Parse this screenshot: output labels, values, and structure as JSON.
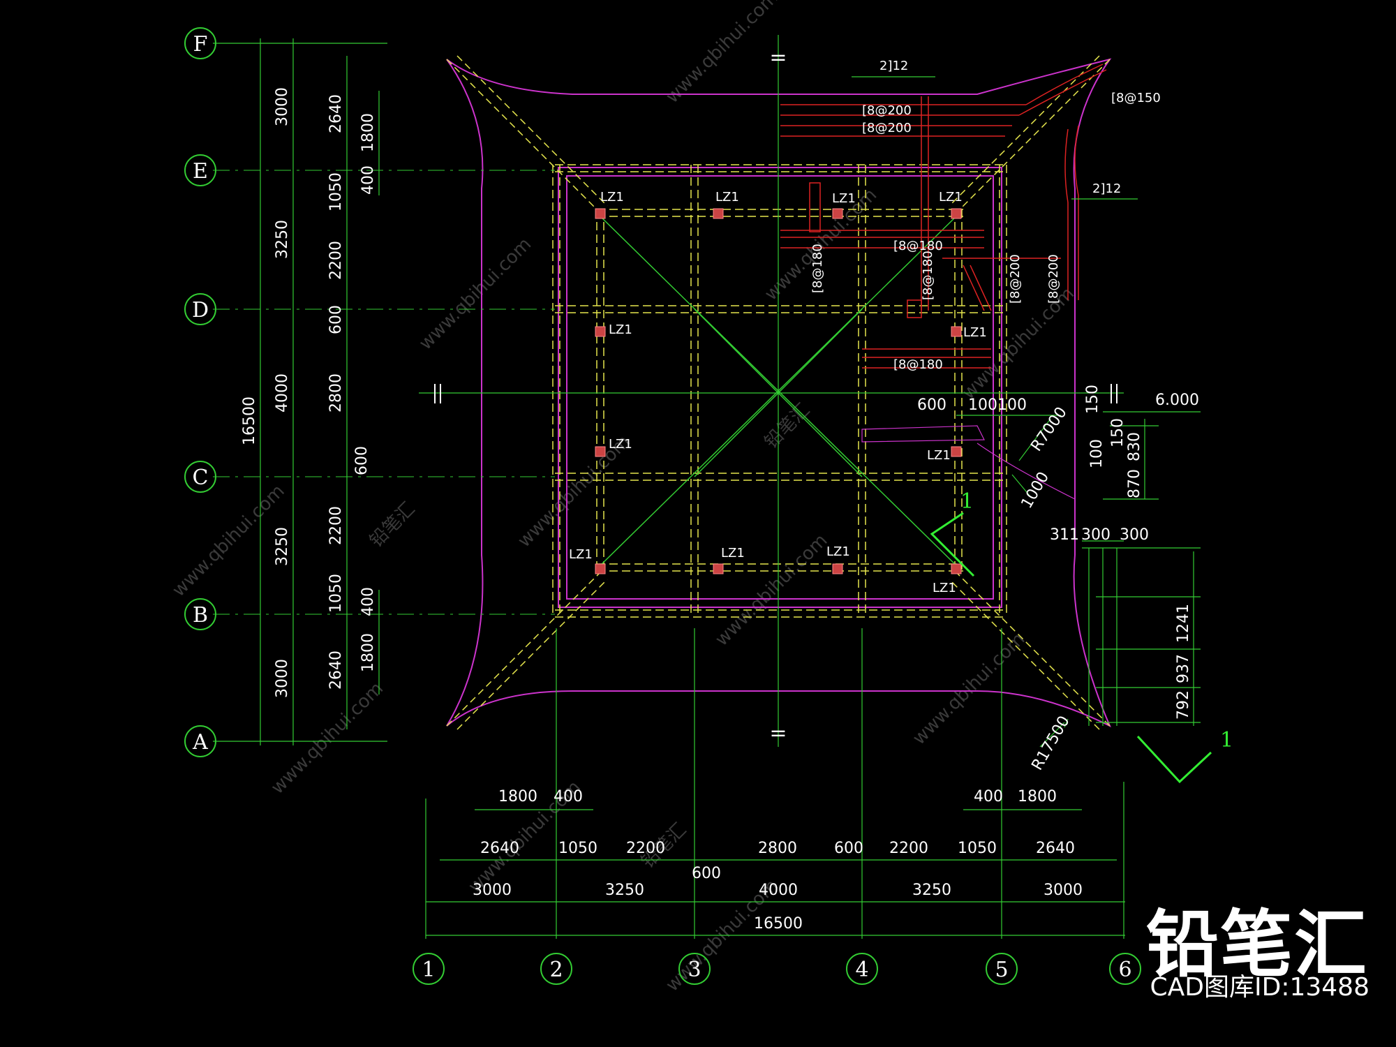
{
  "grid_rows": [
    {
      "label": "F"
    },
    {
      "label": "E"
    },
    {
      "label": "D"
    },
    {
      "label": "C"
    },
    {
      "label": "B"
    },
    {
      "label": "A"
    }
  ],
  "grid_cols": [
    {
      "label": "1"
    },
    {
      "label": "2"
    },
    {
      "label": "3"
    },
    {
      "label": "4"
    },
    {
      "label": "5"
    },
    {
      "label": "6"
    }
  ],
  "left_dims": {
    "outer_total": "16500",
    "outer_bays": [
      "3000",
      "3250",
      "4000",
      "3250",
      "3000"
    ],
    "detail": [
      "2640",
      "1050",
      "2200",
      "600",
      "2800",
      "600",
      "2200",
      "1050",
      "2640"
    ],
    "small": [
      "1800",
      "400",
      "400",
      "1800"
    ]
  },
  "bottom_dims": {
    "row1": [
      "1800",
      "400",
      "400",
      "1800"
    ],
    "row2": [
      "2640",
      "1050",
      "2200",
      "2800",
      "600",
      "2200",
      "1050",
      "2640"
    ],
    "row2_extra": "600",
    "row3": [
      "3000",
      "3250",
      "4000",
      "3250",
      "3000"
    ],
    "total": "16500"
  },
  "columns_lz": [
    "LZ1",
    "LZ1",
    "LZ1",
    "LZ1",
    "LZ1",
    "LZ1",
    "LZ1",
    "LZ1",
    "LZ1",
    "LZ1",
    "LZ1",
    "LZ1"
  ],
  "rebar_notes": [
    "2]12",
    "[8@200",
    "[8@200",
    "[8@150",
    "2]12",
    "[8@180",
    "[8@180",
    "[8@180",
    "[8@200",
    "[8@200",
    "[8@180"
  ],
  "right_detail": {
    "dims_top": [
      "600",
      "100",
      "100"
    ],
    "dims_vert": [
      "150",
      "150",
      "100",
      "830",
      "870"
    ],
    "elevation": "6.000",
    "radius_small": "R7000",
    "radius_large": "R17500",
    "dim_1000": "1000",
    "dims_row": [
      "311",
      "300",
      "300"
    ],
    "dims_vert2": [
      "1241",
      "937",
      "792"
    ]
  },
  "section_mark": "1",
  "symmetry_mark": "=",
  "watermark": "www.qbihui.com",
  "watermark_cn": "铅笔汇",
  "brand": "铅笔汇",
  "cad_id": "CAD图库ID:13488"
}
